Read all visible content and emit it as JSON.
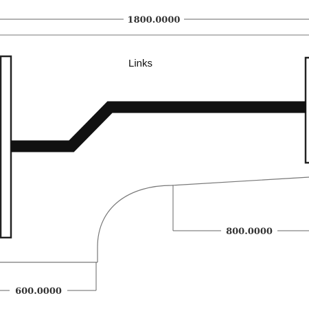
{
  "diagram": {
    "title_label": "Links",
    "dimensions": {
      "top_width": "1800.0000",
      "right_offset": "800.0000",
      "left_offset": "600.0000"
    },
    "colors": {
      "line": "#222222",
      "thin_line": "#555555",
      "background": "#ffffff"
    }
  }
}
